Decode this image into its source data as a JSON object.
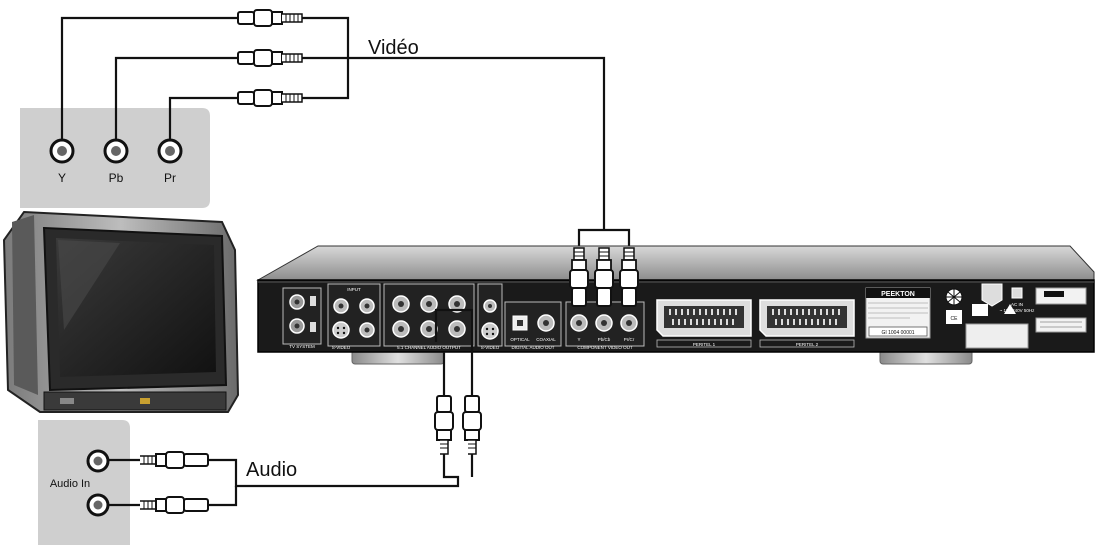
{
  "tv_video_panel": {
    "jacks": [
      "Y",
      "Pb",
      "Pr"
    ]
  },
  "tv_audio_panel": {
    "label": "Audio In"
  },
  "labels": {
    "video": "Vidéo",
    "audio": "Audio"
  },
  "player": {
    "brand": "PEEKTON",
    "serial": "GI   1004  00001",
    "sections": {
      "tv_system": "TV SYSTEM",
      "input": "INPUT",
      "s_video_in": "S-VIDEO",
      "audio_51": "5.1 CHANNEL AUDIO OUTPUT",
      "s_video_out": "S-VIDEO",
      "digital_audio": "DIGITAL AUDIO OUT",
      "optical": "OPTICAL",
      "coaxial": "COAXIAL",
      "component": "COMPONENT VIDEO OUT",
      "component_jacks": [
        "Y",
        "Pb/Cb",
        "Pr/Cr"
      ],
      "peritel_1": "PERITEL 1",
      "peritel_2": "PERITEL 2",
      "ac_in": "AC IN",
      "ac_spec": "~ 110-240V 50Hz"
    }
  },
  "colors": {
    "panel_gray": "#cfcfcf",
    "device_dark": "#1a1a1a",
    "device_top": "#9a9a9a",
    "wire": "#111111"
  }
}
